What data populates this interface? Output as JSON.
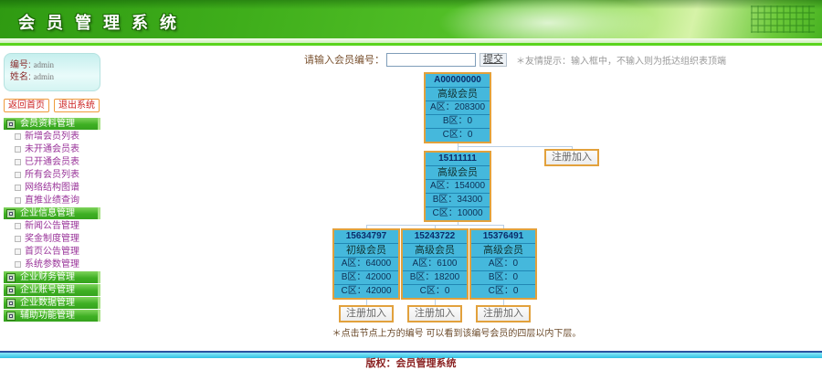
{
  "header": {
    "title": "会 员 管 理 系 统"
  },
  "colors": {
    "header_green": "#3fae1b",
    "node_background": "#45b8dc",
    "node_border": "#e2a13c",
    "menu_item_purple": "#993399",
    "sidebar_button_red": "#cc2222",
    "footer_cyan": "#2fc1e4"
  },
  "sidebar": {
    "profile": {
      "id_label": "编号:",
      "id_value": "admin",
      "name_label": "姓名:",
      "name_value": "admin"
    },
    "buttons": [
      {
        "label": "返回首页"
      },
      {
        "label": "退出系统"
      }
    ],
    "menu": [
      {
        "type": "header",
        "label": "会员资料管理"
      },
      {
        "type": "item",
        "label": "新增会员列表"
      },
      {
        "type": "item",
        "label": "未开通会员表"
      },
      {
        "type": "item",
        "label": "已开通会员表"
      },
      {
        "type": "item",
        "label": "所有会员列表"
      },
      {
        "type": "item",
        "label": "网络结构图谱"
      },
      {
        "type": "item",
        "label": "直推业绩查询"
      },
      {
        "type": "header",
        "label": "企业信息管理"
      },
      {
        "type": "item",
        "label": "新闻公告管理"
      },
      {
        "type": "item",
        "label": "奖金制度管理"
      },
      {
        "type": "item",
        "label": "首页公告管理"
      },
      {
        "type": "item",
        "label": "系统参数管理"
      },
      {
        "type": "header",
        "label": "企业财务管理"
      },
      {
        "type": "header",
        "label": "企业账号管理"
      },
      {
        "type": "header",
        "label": "企业数据管理"
      },
      {
        "type": "header",
        "label": "辅助功能管理"
      }
    ]
  },
  "search": {
    "label": "请输入会员编号：",
    "input_value": "",
    "submit_label": "提交",
    "hint": "＊友情提示：输入框中，不输入则为抵达组织表顶端"
  },
  "tree": {
    "register_label": "注册加入",
    "root": {
      "id": "A00000000",
      "level": "高级会员",
      "stats": [
        "A区：208300",
        "B区：0",
        "C区：0"
      ]
    },
    "second": {
      "id": "15111111",
      "level": "高级会员",
      "stats": [
        "A区：154000",
        "B区：34300",
        "C区：10000"
      ]
    },
    "children": [
      {
        "id": "15634797",
        "level": "初级会员",
        "stats": [
          "A区：64000",
          "B区：42000",
          "C区：42000"
        ]
      },
      {
        "id": "15243722",
        "level": "高级会员",
        "stats": [
          "A区：6100",
          "B区：18200",
          "C区：0"
        ]
      },
      {
        "id": "15376491",
        "level": "高级会员",
        "stats": [
          "A区：0",
          "B区：0",
          "C区：0"
        ]
      }
    ],
    "note": "＊点击节点上方的编号 可以看到该编号会员的四层以内下层。"
  },
  "footer": {
    "copyright": "版权：会员管理系统"
  }
}
